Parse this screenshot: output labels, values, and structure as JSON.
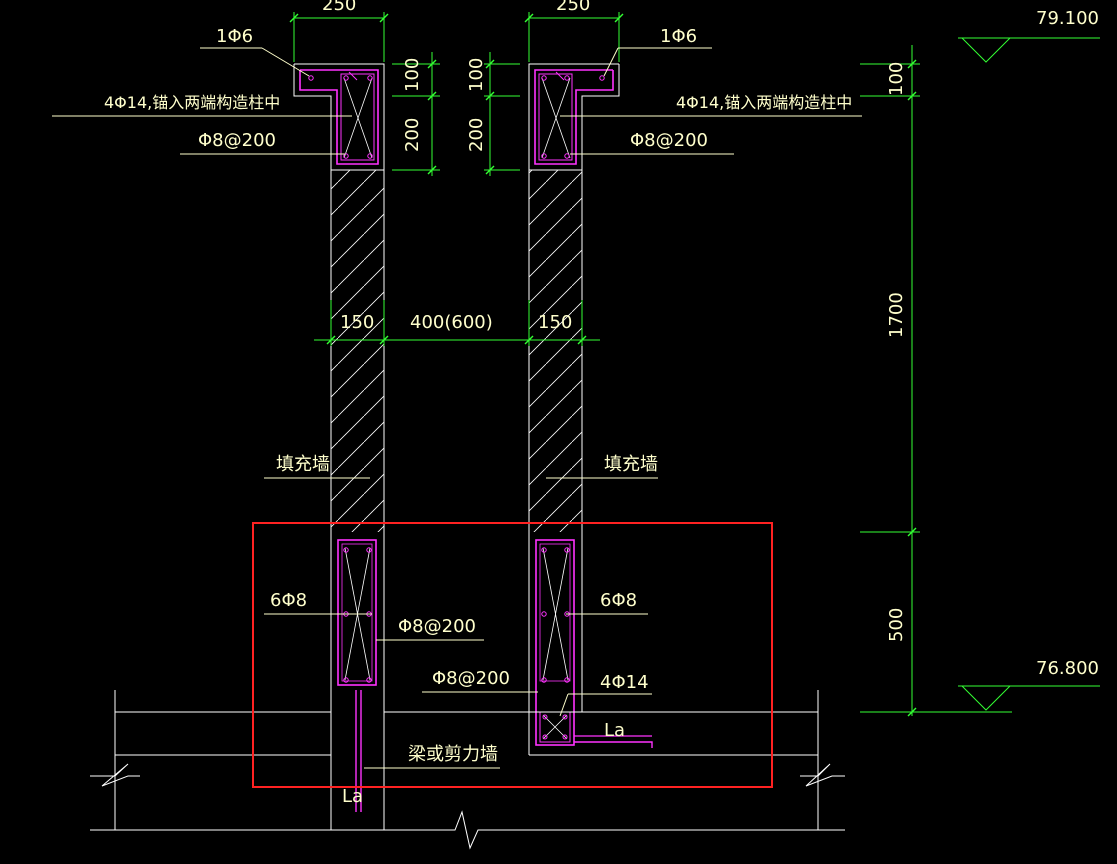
{
  "colors": {
    "background": "#000000",
    "wall_outline": "#ffffff",
    "dimension": "#33ff33",
    "text": "#ffffcc",
    "rebar": "#ff33ff",
    "leader": "#ffffcc",
    "highlight": "#ff2222"
  },
  "dimensions": {
    "top_width_left": "250",
    "top_width_right": "250",
    "cap_height_a": "100",
    "cap_height_b": "200",
    "cap_height_a_r": "100",
    "cap_height_b_r": "200",
    "wall_thickness_left": "150",
    "wall_gap": "400(600)",
    "wall_thickness_right": "150",
    "right_top": "100",
    "right_mid": "1700",
    "right_bottom": "500"
  },
  "elevations": {
    "top": "79.100",
    "bottom": "76.800"
  },
  "labels": {
    "stirrup_top_left": "1Φ6",
    "stirrup_top_right": "1Φ6",
    "main_bar_top_left": "4Φ14,锚入两端构造柱中",
    "main_bar_top_right": "4Φ14,锚入两端构造柱中",
    "tie_top_left": "Φ8@200",
    "tie_top_right": "Φ8@200",
    "infill_left": "填充墙",
    "infill_right": "填充墙",
    "bar_bottom_left": "6Φ8",
    "tie_bottom_left": "Φ8@200",
    "bar_bottom_right": "6Φ8",
    "tie_bottom_right": "Φ8@200",
    "main_bottom_right": "4Φ14",
    "anchor_right": "La",
    "anchor_left": "La",
    "beam_label": "梁或剪力墙"
  }
}
